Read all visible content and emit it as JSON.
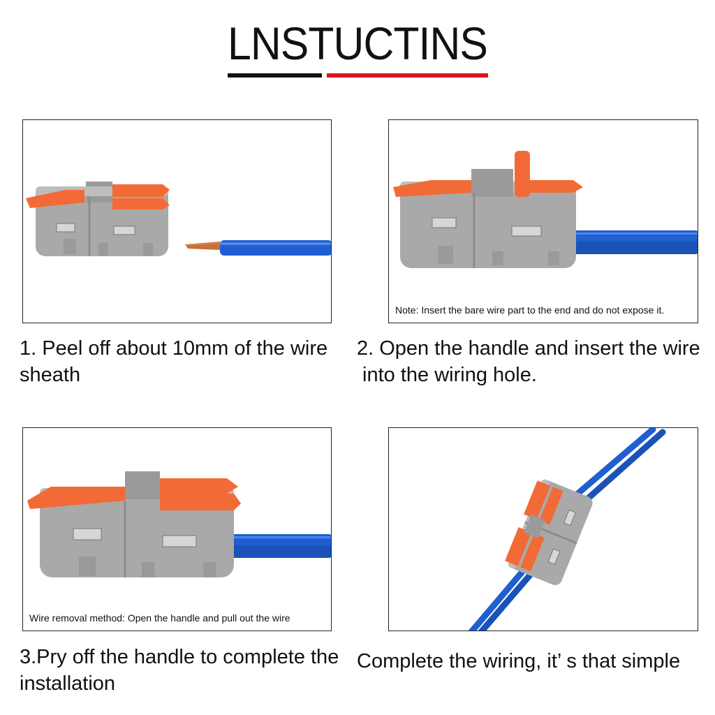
{
  "title": "LNSTUCTINS",
  "colors": {
    "accent_red": "#d8141c",
    "rule_black": "#111111",
    "connector_gray": "#a9a9a9",
    "lever_orange": "#f26a35",
    "wire_blue": "#1f5fd0",
    "copper": "#c8703a"
  },
  "steps": [
    {
      "caption_line1": "1. Peel off about 10mm of the wire",
      "caption_line2": "sheath",
      "note": ""
    },
    {
      "caption_line1": "2. Open the handle and insert the wire",
      "caption_line2": " into the wiring hole.",
      "note": "Note: Insert the bare wire part to the end and do not expose it."
    },
    {
      "caption_line1": "3.Pry off the handle to complete the",
      "caption_line2": "installation",
      "note": "Wire removal method: Open the handle and pull out the wire"
    },
    {
      "caption_line1": "Complete the wiring, it’ s that simple",
      "caption_line2": "",
      "note": ""
    }
  ]
}
